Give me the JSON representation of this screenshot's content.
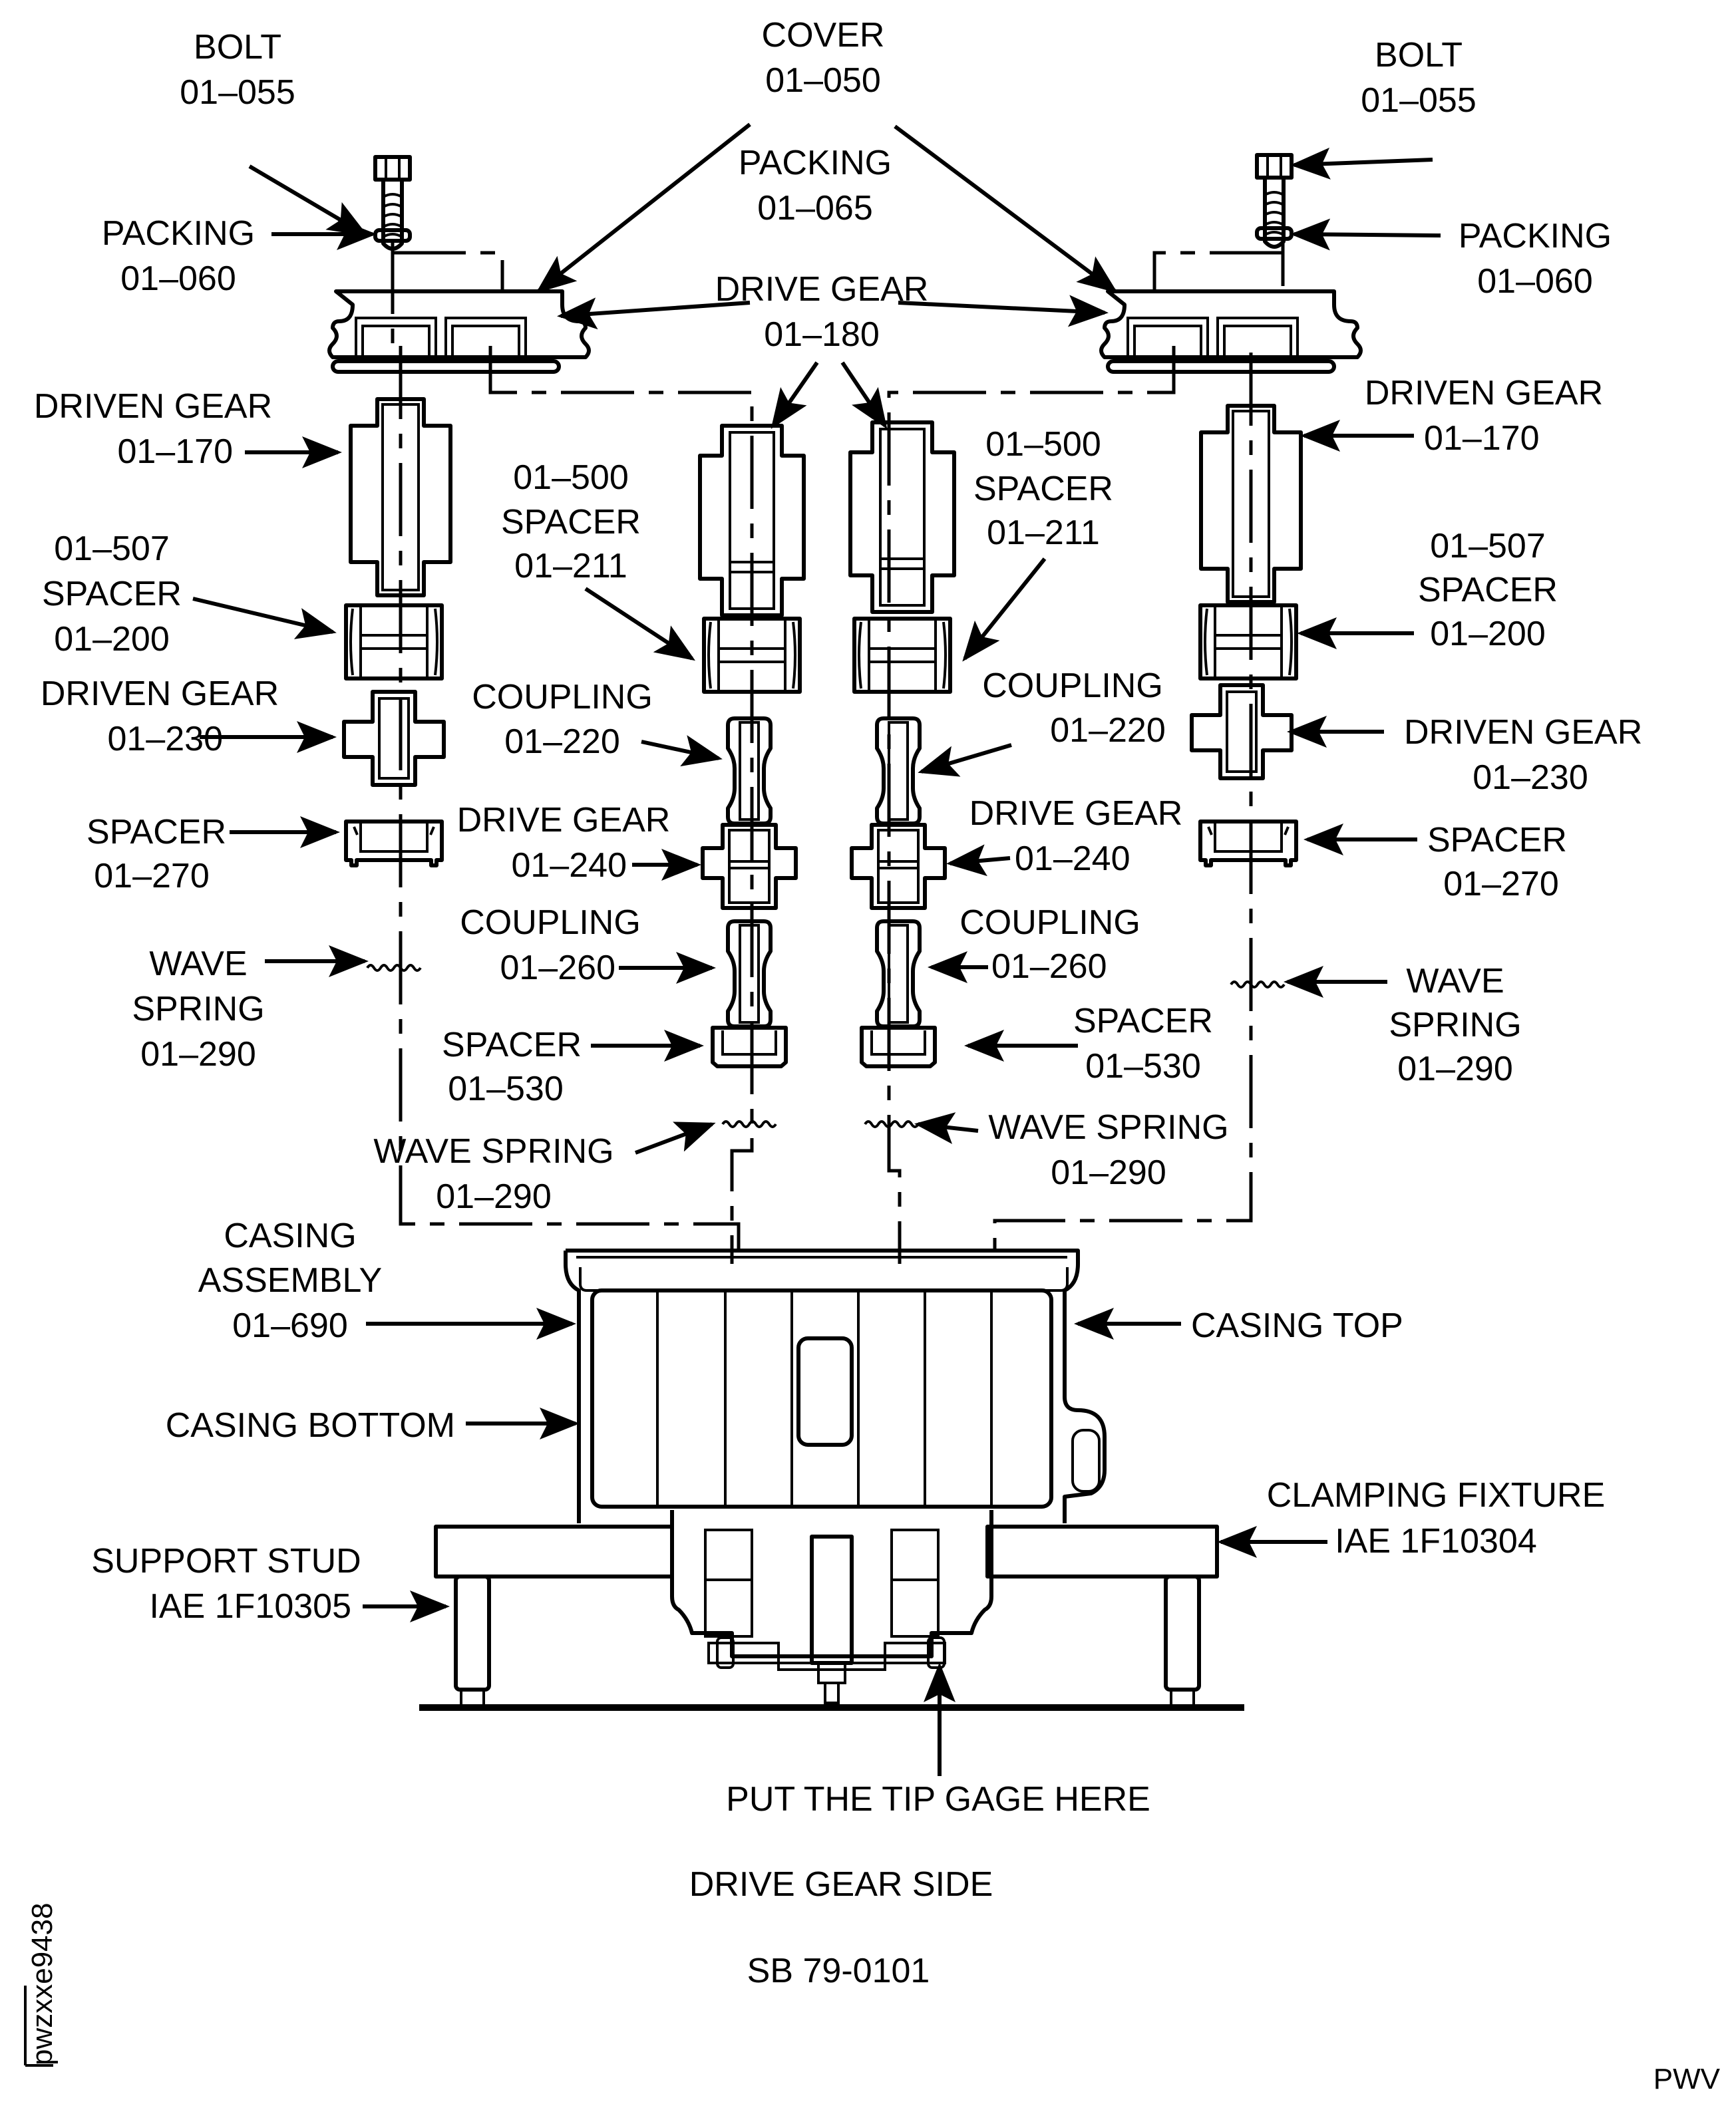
{
  "title": "DRIVE GEAR SIDE",
  "document_ref": "SB 79-0101",
  "figure_id": "pwzxxe9438",
  "corner_code": "PWV",
  "bottom_callout": "PUT THE TIP GAGE HERE",
  "labels": {
    "bolt_left": [
      "BOLT",
      "01–055"
    ],
    "bolt_right": [
      "BOLT",
      "01–055"
    ],
    "cover": [
      "COVER",
      "01–050"
    ],
    "packing_center": [
      "PACKING",
      "01–065"
    ],
    "packing_left": [
      "PACKING",
      "01–060"
    ],
    "packing_right": [
      "PACKING",
      "01–060"
    ],
    "drive_gear_top": [
      "DRIVE GEAR",
      "01–180"
    ],
    "driven_gear_170_left": [
      "DRIVEN GEAR",
      "01–170"
    ],
    "driven_gear_170_right": [
      "DRIVEN GEAR",
      "01–170"
    ],
    "spacer_211_left": [
      "01–500",
      "SPACER",
      "01–211"
    ],
    "spacer_211_right": [
      "01–500",
      "SPACER",
      "01–211"
    ],
    "spacer_200_left": [
      "01–507",
      "SPACER",
      "01–200"
    ],
    "spacer_200_right": [
      "01–507",
      "SPACER",
      "01–200"
    ],
    "driven_gear_230_left": [
      "DRIVEN GEAR",
      "01–230"
    ],
    "driven_gear_230_right": [
      "DRIVEN GEAR",
      "01–230"
    ],
    "coupling_220_left": [
      "COUPLING",
      "01–220"
    ],
    "coupling_220_right": [
      "COUPLING",
      "01–220"
    ],
    "spacer_270_left": [
      "SPACER",
      "01–270"
    ],
    "spacer_270_right": [
      "SPACER",
      "01–270"
    ],
    "drive_gear_240_left": [
      "DRIVE GEAR",
      "01–240"
    ],
    "drive_gear_240_right": [
      "DRIVE GEAR",
      "01–240"
    ],
    "coupling_260_left": [
      "COUPLING",
      "01–260"
    ],
    "coupling_260_right": [
      "COUPLING",
      "01–260"
    ],
    "wave_spring_outer_left": [
      "WAVE",
      "SPRING",
      "01–290"
    ],
    "wave_spring_outer_right": [
      "WAVE",
      "SPRING",
      "01–290"
    ],
    "spacer_530_left": [
      "SPACER",
      "01–530"
    ],
    "spacer_530_right": [
      "SPACER",
      "01–530"
    ],
    "wave_spring_inner_left": [
      "WAVE SPRING",
      "01–290"
    ],
    "wave_spring_inner_right": [
      "WAVE SPRING",
      "01–290"
    ],
    "casing_assembly": [
      "CASING",
      "ASSEMBLY",
      "01–690"
    ],
    "casing_top": [
      "CASING TOP"
    ],
    "casing_bottom": [
      "CASING BOTTOM"
    ],
    "clamping_fixture": [
      "CLAMPING FIXTURE",
      "IAE 1F10304"
    ],
    "support_stud": [
      "SUPPORT STUD",
      "IAE 1F10305"
    ]
  }
}
